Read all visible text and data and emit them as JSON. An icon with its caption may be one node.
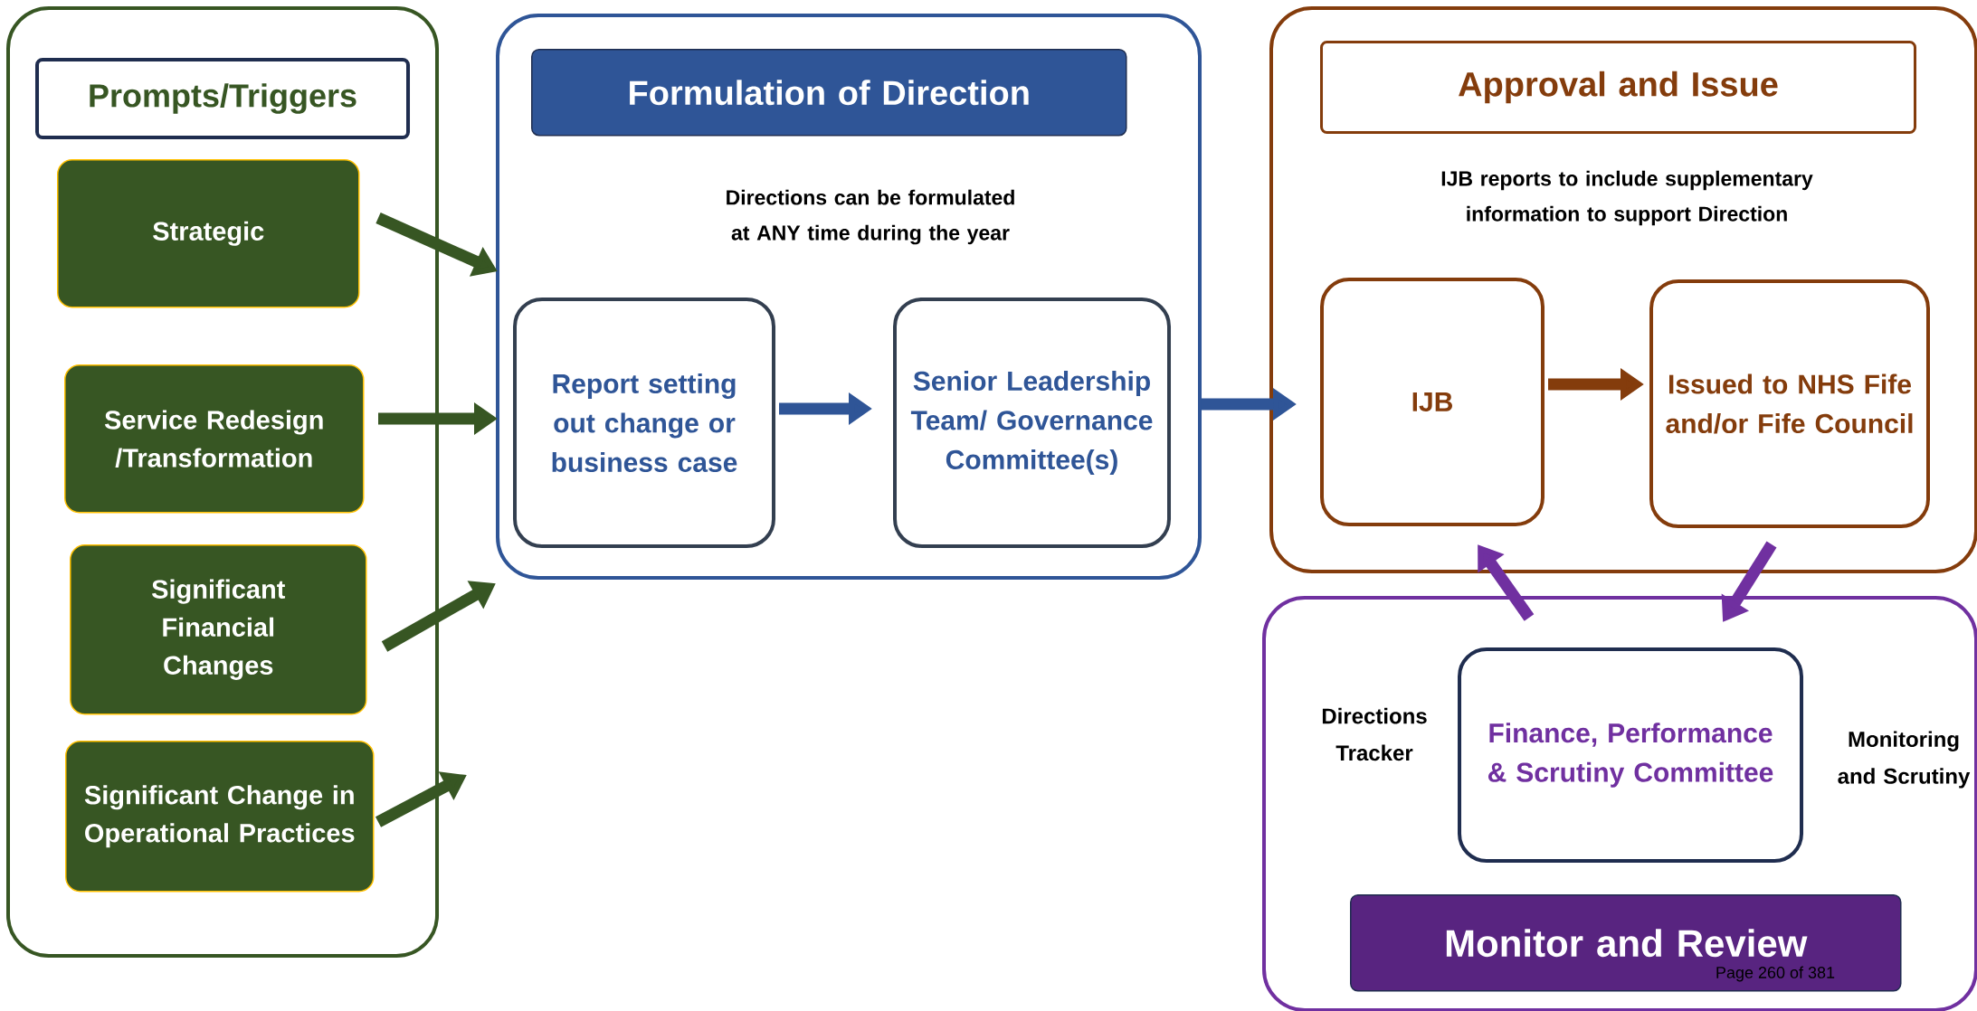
{
  "diagram": {
    "nodes": [
      {
        "text": [],
        "shape": "box"
      },
      {
        "text": [
          "Prompts/Triggers"
        ],
        "in": 0
      },
      {
        "text": [
          "Strategic"
        ],
        "in": 0
      },
      {
        "text": [
          "Service Redesign /Transformation"
        ],
        "in": 0
      },
      {
        "text": [
          "Significant Financial Changes"
        ],
        "in": 0
      },
      {
        "text": [
          "Significant Change in Operational Practices"
        ],
        "in": 0
      },
      {
        "text": [
          "Directions can be formulated at ANY time during the year"
        ]
      },
      {
        "text": [
          "Formulation of Direction"
        ],
        "in": 6
      },
      {
        "text": [
          "Report setting out change or business case"
        ],
        "in": 6
      },
      {
        "text": [
          "Senior Leadership Team/ Governance Committee(s)"
        ],
        "in": 6
      },
      {
        "text": [
          "IJB reports to include supplementary information to support Direction"
        ]
      },
      {
        "text": [
          "Approval and Issue"
        ],
        "in": 10
      },
      {
        "text": [
          "IJB"
        ],
        "in": 10
      },
      {
        "text": [
          "Issued to NHS Fife and/or Fife Council"
        ],
        "in": 10
      },
      {
        "text": [
          "Directions Tracker",
          "Monitoring and Scrutiny"
        ]
      },
      {
        "text": [
          "Finance, Performance & Scrutiny Committee"
        ],
        "in": 14
      },
      {
        "text": [
          "Monitor and Review"
        ],
        "in": 14
      }
    ],
    "edges": [
      {
        "from": 2,
        "to": 6,
        "arrow": "to",
        "color": "#375623"
      },
      {
        "from": 3,
        "to": 6,
        "arrow": "to",
        "color": "#375623"
      },
      {
        "from": 4,
        "to": 6,
        "arrow": "to",
        "color": "#375623"
      },
      {
        "from": 5,
        "to": null,
        "arrow": "to",
        "color": "#375623"
      },
      {
        "from": 8,
        "to": 9,
        "arrow": "to",
        "color": "#2f5597"
      },
      {
        "from": 9,
        "to": 10,
        "arrow": "to",
        "color": "#2f5597"
      },
      {
        "from": 12,
        "to": 13,
        "arrow": "to",
        "color": "#843c0c"
      },
      {
        "from": 13,
        "to": 14,
        "arrow": "to",
        "color": "#7030a0"
      },
      {
        "from": 14,
        "to": 12,
        "arrow": "to",
        "color": "#7030a0"
      }
    ],
    "labels": [
      "Page 260 of 381"
    ]
  }
}
